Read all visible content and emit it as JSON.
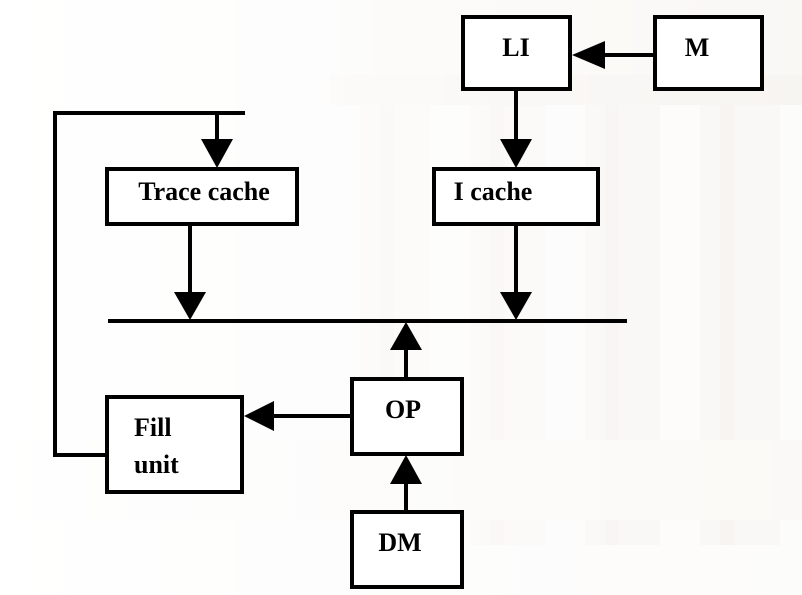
{
  "diagram": {
    "boxes": {
      "l1": "LI",
      "m": "M",
      "trace_cache": "Trace cache",
      "i_cache": "I cache",
      "op": "OP",
      "fill_unit_line1": "Fill",
      "fill_unit_line2": "unit",
      "dm": "DM"
    }
  },
  "colors": {
    "stroke": "#000000",
    "box_fill": "#ffffff"
  }
}
